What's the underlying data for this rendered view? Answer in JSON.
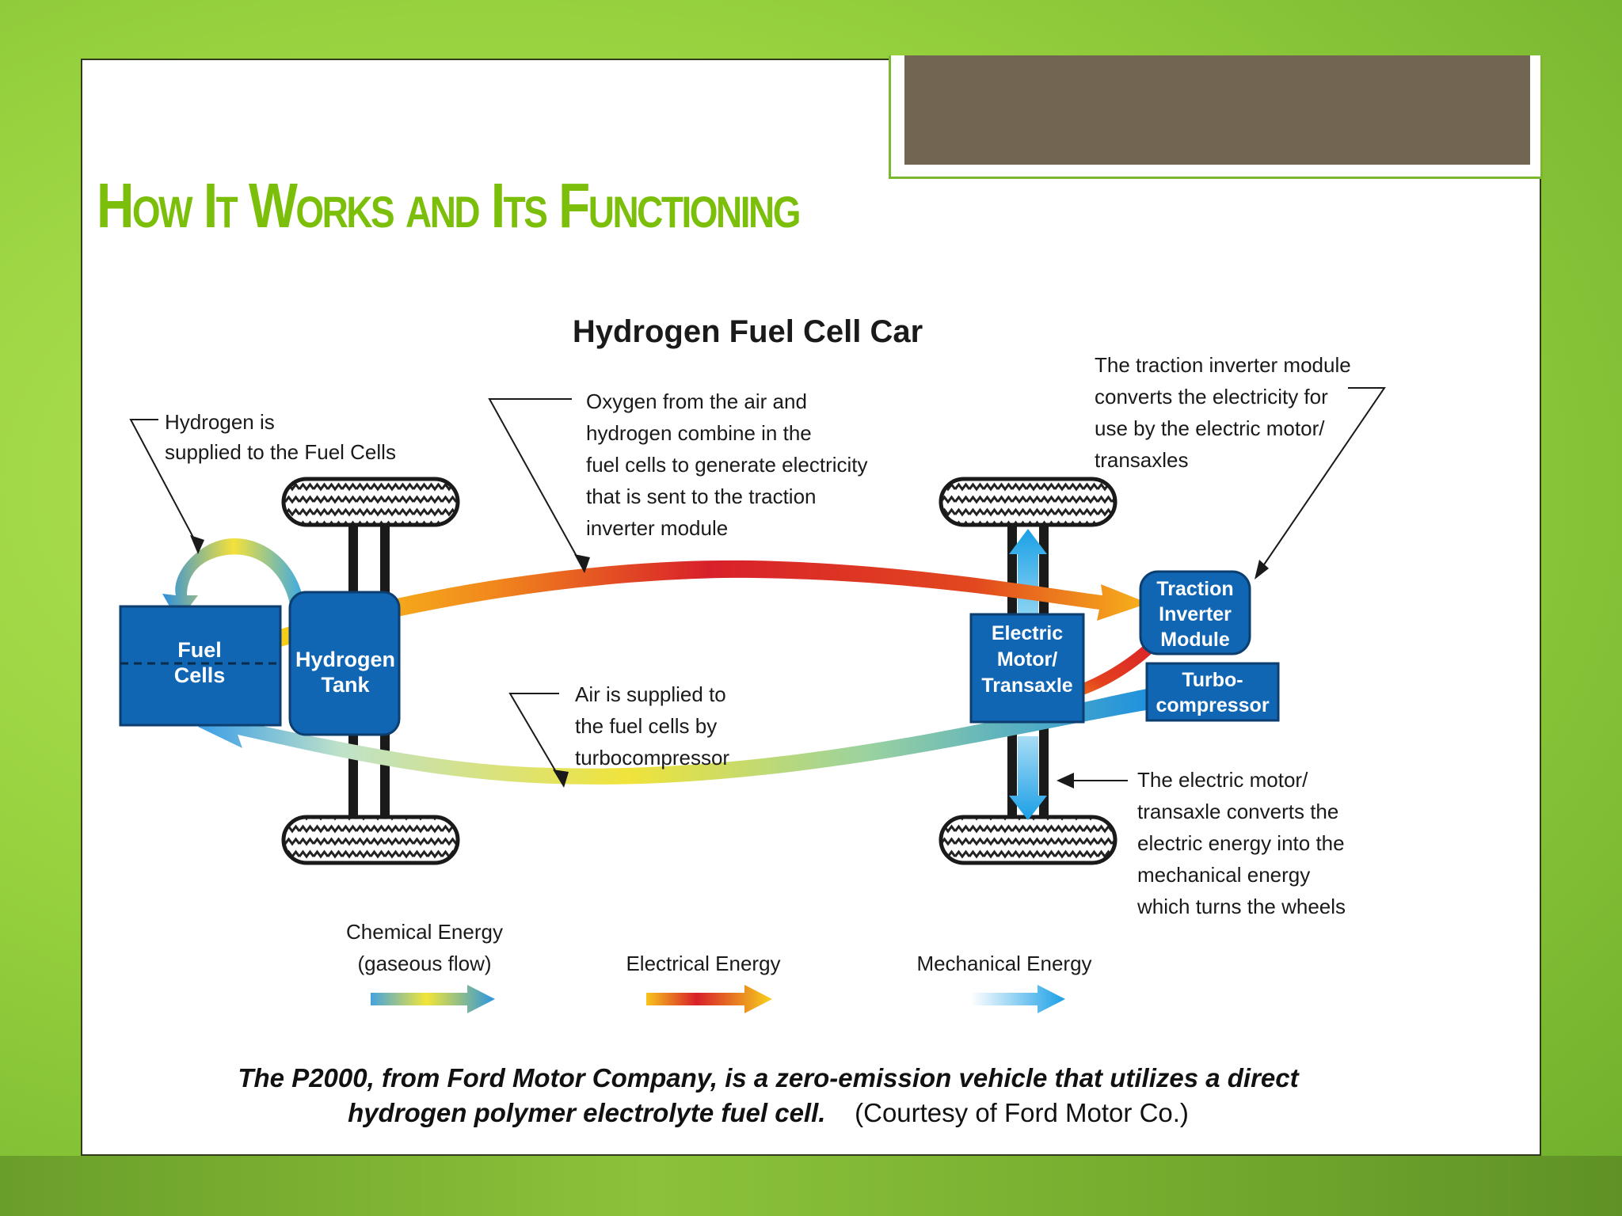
{
  "slide": {
    "heading": "How It Works and Its Functioning"
  },
  "diagram": {
    "title": "Hydrogen Fuel Cell Car",
    "blocks": {
      "fuel_cells": [
        "Fuel",
        "Cells"
      ],
      "hydrogen_tank": [
        "Hydrogen",
        "Tank"
      ],
      "electric_motor": [
        "Electric",
        "Motor/",
        "Transaxle"
      ],
      "traction_inverter": [
        "Traction",
        "Inverter",
        "Module"
      ],
      "turbo_compressor": [
        "Turbo-",
        "compressor"
      ]
    },
    "callouts": {
      "hydrogen_supply": [
        "Hydrogen is",
        "supplied to the Fuel Cells"
      ],
      "oxygen_combine": [
        "Oxygen from the air and",
        "hydrogen combine in the",
        "fuel cells to generate electricity",
        "that is sent to the traction",
        "inverter module"
      ],
      "traction_inverter": [
        "The traction inverter module",
        "converts the electricity for",
        "use by the electric motor/",
        "transaxles"
      ],
      "air_supply": [
        "Air is supplied to",
        "the fuel cells by",
        "turbocompressor"
      ],
      "electric_motor": [
        "The electric motor/",
        "transaxle converts the",
        "electric energy into the",
        "mechanical energy",
        "which turns the wheels"
      ]
    },
    "legend": {
      "chemical": [
        "Chemical Energy",
        "(gaseous flow)"
      ],
      "electrical": "Electrical Energy",
      "mechanical": "Mechanical Energy"
    },
    "caption": {
      "main_line1": "The P2000, from Ford Motor Company, is a zero-emission vehicle that utilizes a direct",
      "main_line2": "hydrogen polymer electrolyte fuel cell.",
      "credit": "(Courtesy of Ford Motor Co.)"
    },
    "colors": {
      "block_blue": "#1166b4",
      "block_border": "#0c3f70",
      "heading_green": "#7cbf0b",
      "tab_brown": "#726552"
    }
  }
}
